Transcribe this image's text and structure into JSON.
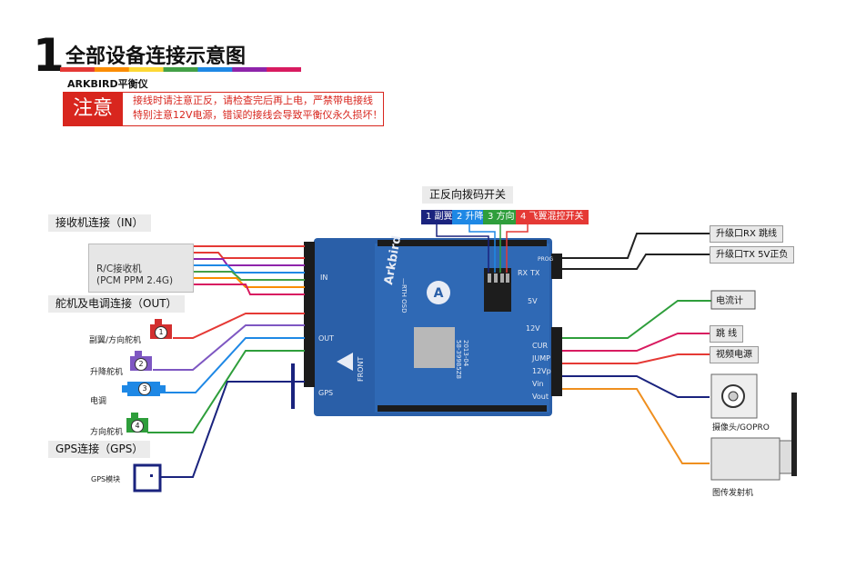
{
  "header": {
    "number": "1",
    "title": "全部设备连接示意图",
    "subtitle": "ARKBIRD平衡仪",
    "notice_tag": "注意",
    "notice_line1": "接线时请注意正反，请检查完后再上电，严禁带电接线",
    "notice_line2": "特别注意12V电源，错误的接线会导致平衡仪永久损坏！",
    "rainbow_colors": [
      "#e53935",
      "#fb8c00",
      "#fdd835",
      "#43a047",
      "#1e88e5",
      "#8e24aa",
      "#d81b60"
    ]
  },
  "sections": {
    "receiver": "接收机连接（IN）",
    "servo_esc": "舵机及电调连接（OUT）",
    "gps": "GPS连接（GPS）"
  },
  "receiver": {
    "line1": "R/C接收机",
    "line2": "(PCM PPM 2.4G)",
    "channel_colors": [
      "#e53935",
      "#e53935",
      "#8e24aa",
      "#1e88e5",
      "#43a047",
      "#fb8c00",
      "#d81b60"
    ]
  },
  "devices_left": {
    "aileron_rudder": "副翼/方向舵机",
    "elevator": "升降舵机",
    "esc": "电调",
    "rudder": "方向舵机",
    "gps_module": "GPS模块",
    "servo_numbers": [
      "1",
      "2",
      "3",
      "4"
    ]
  },
  "dip": {
    "title": "正反向拨码开关",
    "items": [
      {
        "label": "1 副翼",
        "color": "#1a237e"
      },
      {
        "label": "2 升降",
        "color": "#1e88e5"
      },
      {
        "label": "3 方向",
        "color": "#2e9e3b"
      },
      {
        "label": "4 飞翼混控开关",
        "color": "#e53935"
      }
    ]
  },
  "pcb": {
    "brand": "Arkbird",
    "osd": "—RTH OSD",
    "front": "FRONT",
    "left_port_labels": [
      "IN",
      "OUT",
      "GPS"
    ],
    "right_port_labels": [
      "12V",
      "CUR",
      "JUMP",
      "12Vp",
      "Vin",
      "Vout"
    ],
    "top_right_labels": [
      "5V",
      "RX",
      "TX",
      "PROG"
    ],
    "serial": "2013-04\n58-39985Z8"
  },
  "devices_right": {
    "upgrade_rx": "升级口RX  跳线",
    "upgrade_tx": "升级口TX  5V正负",
    "current_meter": "电流计",
    "jumper": "跳  线",
    "video_power": "视频电源",
    "camera": "摄像头/GOPRO",
    "transmitter": "图传发射机"
  }
}
